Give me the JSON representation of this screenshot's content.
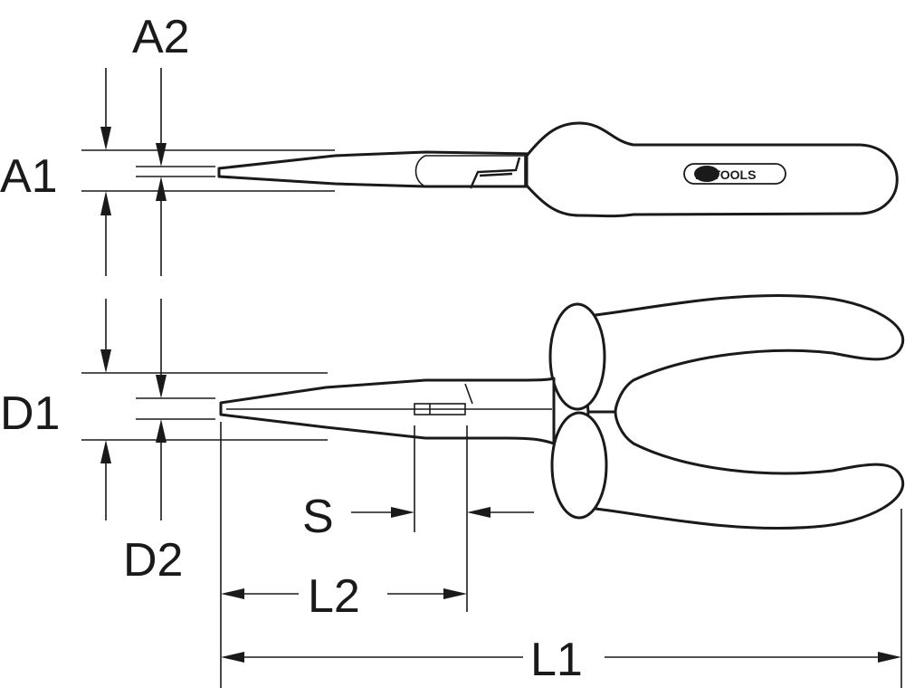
{
  "dimensions": {
    "a1": "A1",
    "a2": "A2",
    "d1": "D1",
    "d2": "D2",
    "s": "S",
    "l1": "L1",
    "l2": "L2"
  },
  "brand": {
    "logo_text": "KSTOOLS"
  },
  "colors": {
    "line": "#1a1a1a",
    "background": "#ffffff"
  }
}
